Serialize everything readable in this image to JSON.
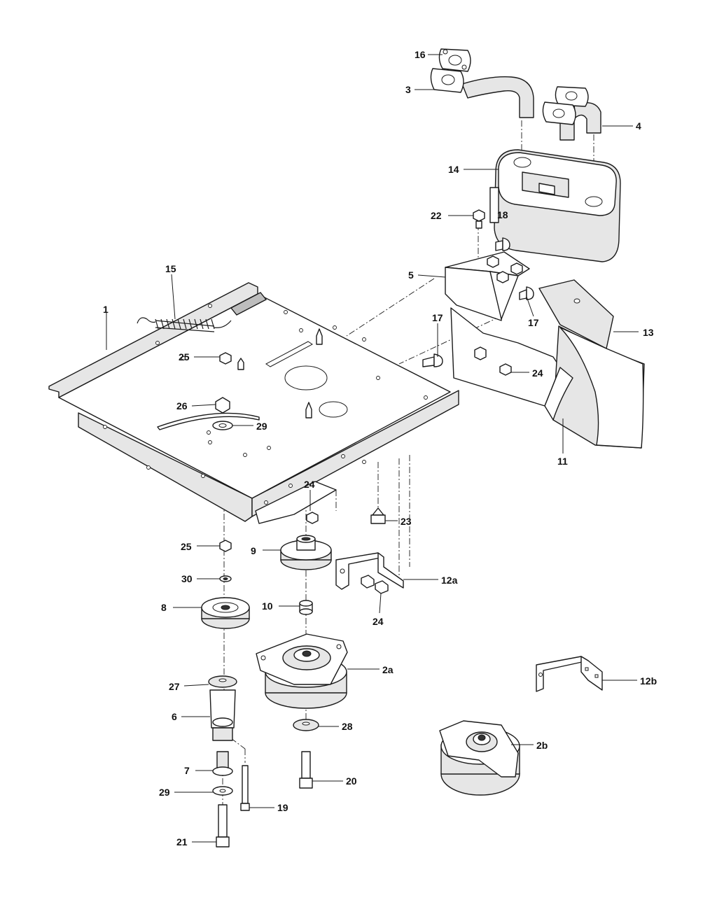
{
  "callouts": {
    "c1": "1",
    "c2a": "2a",
    "c2b": "2b",
    "c3": "3",
    "c4": "4",
    "c5": "5",
    "c6": "6",
    "c7": "7",
    "c8": "8",
    "c9": "9",
    "c10": "10",
    "c11": "11",
    "c12a": "12a",
    "c12b": "12b",
    "c13": "13",
    "c14": "14",
    "c15": "15",
    "c16": "16",
    "c17a": "17",
    "c17b": "17",
    "c18": "18",
    "c19": "19",
    "c20": "20",
    "c21": "21",
    "c22": "22",
    "c23": "23",
    "c24a": "24",
    "c24b": "24",
    "c24c": "24",
    "c25a": "25",
    "c25b": "25",
    "c26": "26",
    "c27": "27",
    "c28": "28",
    "c29a": "29",
    "c29b": "29",
    "c30": "30"
  }
}
